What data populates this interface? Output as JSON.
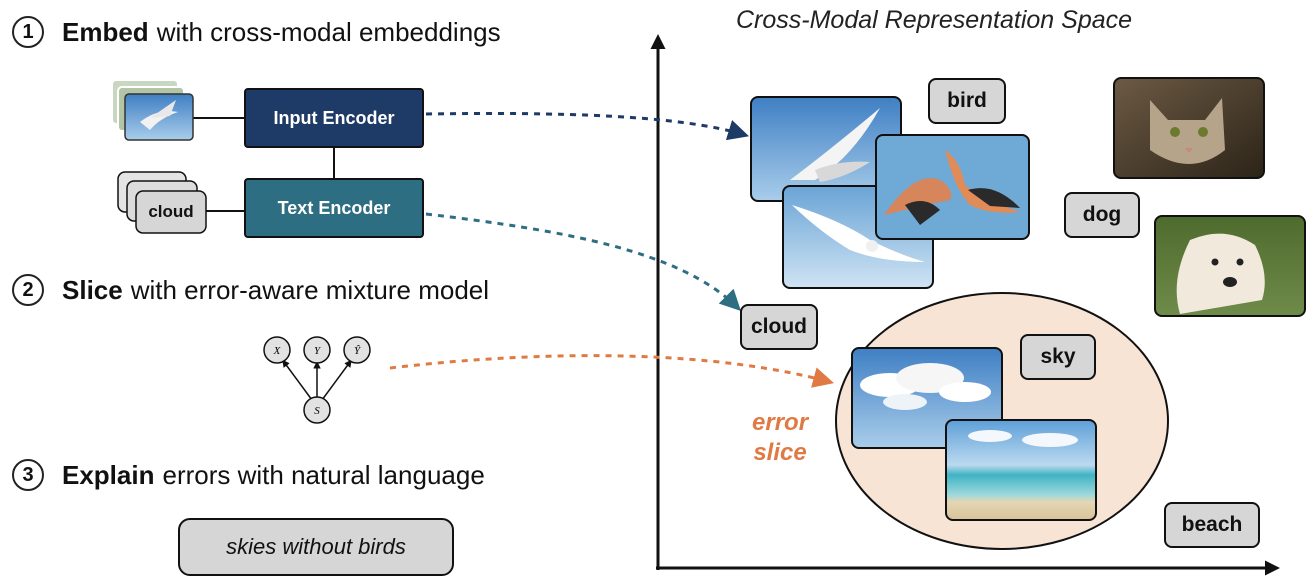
{
  "steps": [
    {
      "num": "1",
      "verb": "Embed",
      "rest": "with cross-modal embeddings"
    },
    {
      "num": "2",
      "verb": "Slice",
      "rest": "with error-aware mixture model"
    },
    {
      "num": "3",
      "verb": "Explain",
      "rest": "errors with natural language"
    }
  ],
  "encoders": {
    "input": "Input Encoder",
    "text": "Text Encoder"
  },
  "stack_text": "cloud",
  "graphical_model": {
    "nodes": [
      "X",
      "Y",
      "Ŷ",
      "S"
    ]
  },
  "query": "skies without birds",
  "space": {
    "title": "Cross-Modal Representation Space",
    "labels": [
      "bird",
      "dog",
      "cloud",
      "sky",
      "beach"
    ],
    "error_slice": [
      "error",
      "slice"
    ]
  },
  "images": [
    "gull-image",
    "spoonbills-image",
    "gull-soaring-image",
    "cat-image",
    "dog-image",
    "clouds-image",
    "beach-image"
  ],
  "colors": {
    "input_encoder": "#1e3a66",
    "text_encoder": "#2e6e82",
    "slice_fill": "#f8e4d4",
    "error_text": "#e07a45",
    "label_box": "#d6d6d6"
  }
}
